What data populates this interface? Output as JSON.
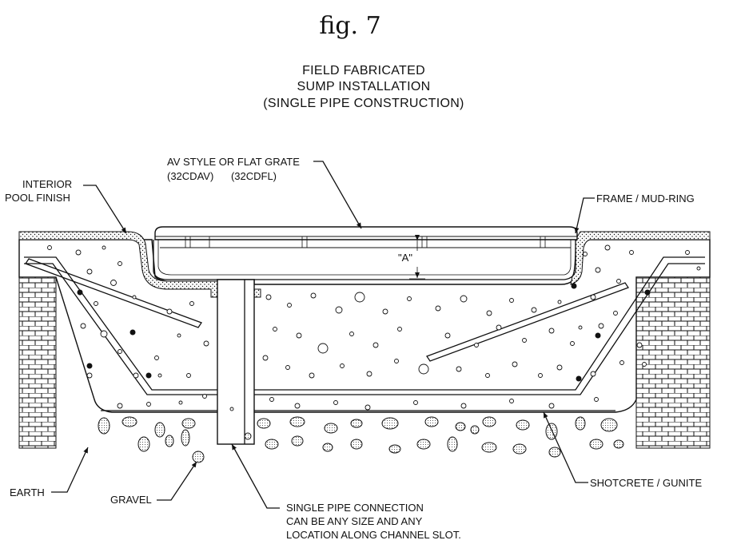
{
  "figure_label": "fig. 7",
  "title": {
    "line1": "FIELD FABRICATED",
    "line2": "SUMP INSTALLATION",
    "line3": "(SINGLE PIPE CONSTRUCTION)"
  },
  "labels": {
    "grate_line1": "AV STYLE OR FLAT GRATE",
    "grate_line2": "(32CDAV)      (32CDFL)",
    "interior_line1": "INTERIOR",
    "interior_line2": "POOL FINISH",
    "frame": "FRAME / MUD-RING",
    "dimension": "\"A\"",
    "earth": "EARTH",
    "gravel": "GRAVEL",
    "shotcrete": "SHOTCRETE / GUNITE",
    "pipe_line1": "SINGLE PIPE CONNECTION",
    "pipe_line2": "CAN BE ANY SIZE AND ANY",
    "pipe_line3": "LOCATION ALONG CHANNEL SLOT."
  }
}
